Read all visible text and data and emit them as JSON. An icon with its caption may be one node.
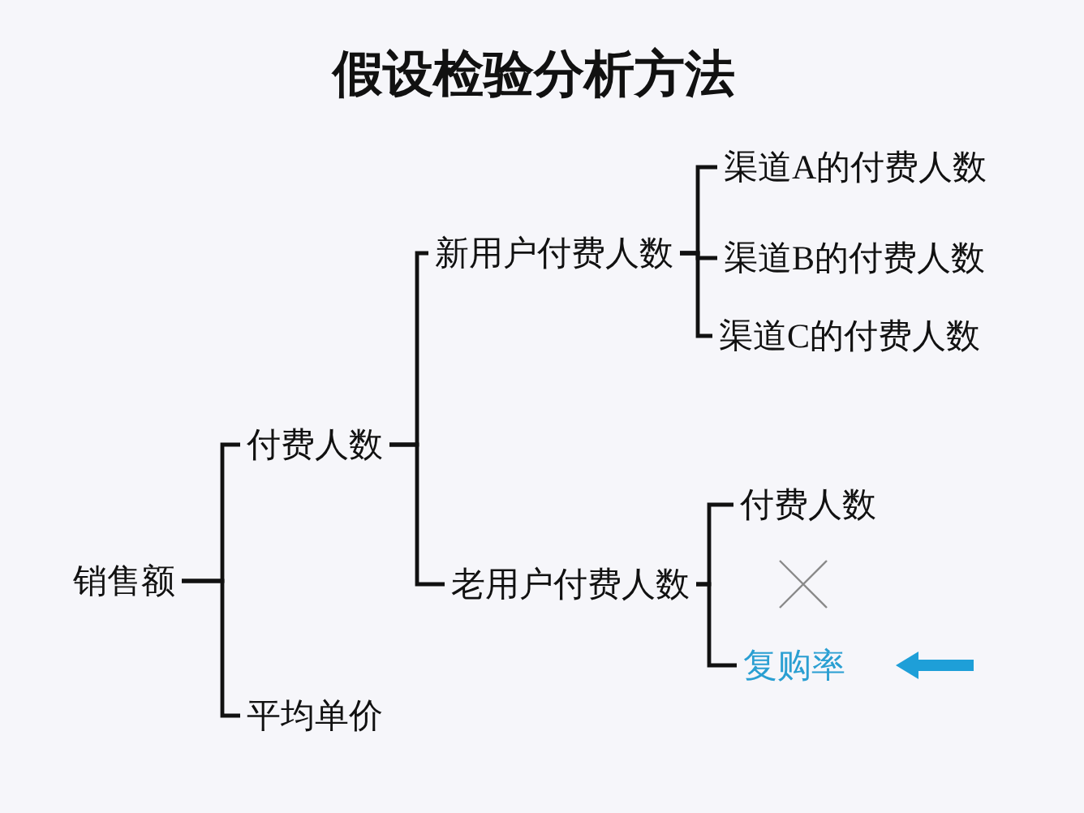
{
  "diagram": {
    "title": "假设检验分析方法",
    "nodes": [
      {
        "text": [
          "销售额"
        ]
      },
      {
        "text": [
          "付费人数"
        ]
      },
      {
        "text": [
          "平均单价"
        ]
      },
      {
        "text": [
          "新用户付费人数"
        ]
      },
      {
        "text": [
          "老用户付费人数"
        ]
      },
      {
        "text": [
          "渠道A的付费人数"
        ]
      },
      {
        "text": [
          "渠道B的付费人数"
        ]
      },
      {
        "text": [
          "渠道C的付费人数"
        ]
      },
      {
        "text": [
          "付费人数"
        ]
      },
      {
        "text": [
          "复购率"
        ]
      }
    ],
    "edges": [
      {
        "from": 0,
        "to": 1,
        "arrow": "none"
      },
      {
        "from": 0,
        "to": 2,
        "arrow": "none"
      },
      {
        "from": 1,
        "to": 3,
        "arrow": "none"
      },
      {
        "from": 1,
        "to": 4,
        "arrow": "none"
      },
      {
        "from": 3,
        "to": 5,
        "arrow": "none"
      },
      {
        "from": 3,
        "to": 6,
        "arrow": "none"
      },
      {
        "from": 3,
        "to": 7,
        "arrow": "none"
      },
      {
        "from": 4,
        "to": 8,
        "arrow": "none"
      },
      {
        "from": 4,
        "to": 9,
        "arrow": "none"
      },
      {
        "from": null,
        "to": 9,
        "arrow": "to",
        "style": "thick",
        "color": "#1e9fd8"
      }
    ]
  }
}
